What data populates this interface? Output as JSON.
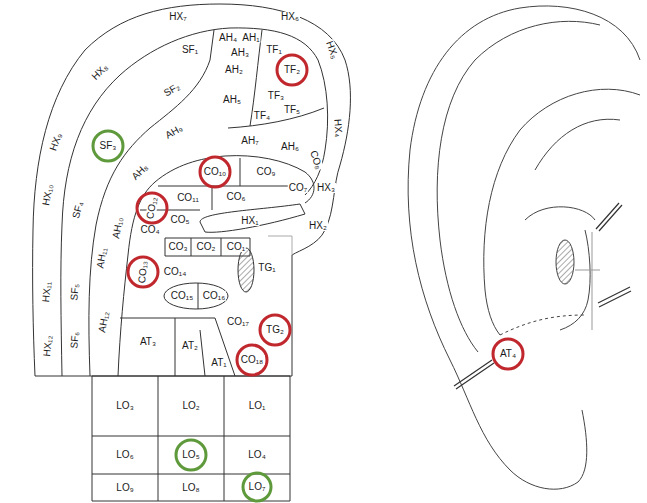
{
  "diagram": {
    "labels": [
      "HX₇",
      "HX₆",
      "SF₁",
      "AH₄",
      "AH₁",
      "AH₃",
      "TF₁",
      "HX₅",
      "HX₈",
      "AH₂",
      "TF₂",
      "SF₂",
      "AH₅",
      "TF₃",
      "TF₄",
      "TF₅",
      "HX₄",
      "HX₉",
      "SF₃",
      "AH₉",
      "AH₇",
      "AH₆",
      "CO₈",
      "AH₈",
      "CO₁₀",
      "CO₉",
      "CO₇",
      "HX₃",
      "CO₁₁",
      "CO₆",
      "HX₁₀",
      "SF₄",
      "CO₁₂",
      "CO₅",
      "HX₁",
      "HX₂",
      "CO₄",
      "AH₁₁",
      "AH₁₀",
      "CO₃",
      "CO₂",
      "CO₁",
      "CO₁₃",
      "TG₁",
      "CO₁₄",
      "HX₁₁",
      "SF₅",
      "CO₁₅",
      "CO₁₆",
      "AH₁₂",
      "SF₆",
      "HX₁₂",
      "AT₃",
      "AT₂",
      "CO₁₇",
      "TG₂",
      "AT₁",
      "CO₁₈",
      "LO₃",
      "LO₂",
      "LO₁",
      "LO₆",
      "LO₅",
      "LO₄",
      "LO₉",
      "LO₈",
      "LO₇",
      "AT₄"
    ]
  }
}
